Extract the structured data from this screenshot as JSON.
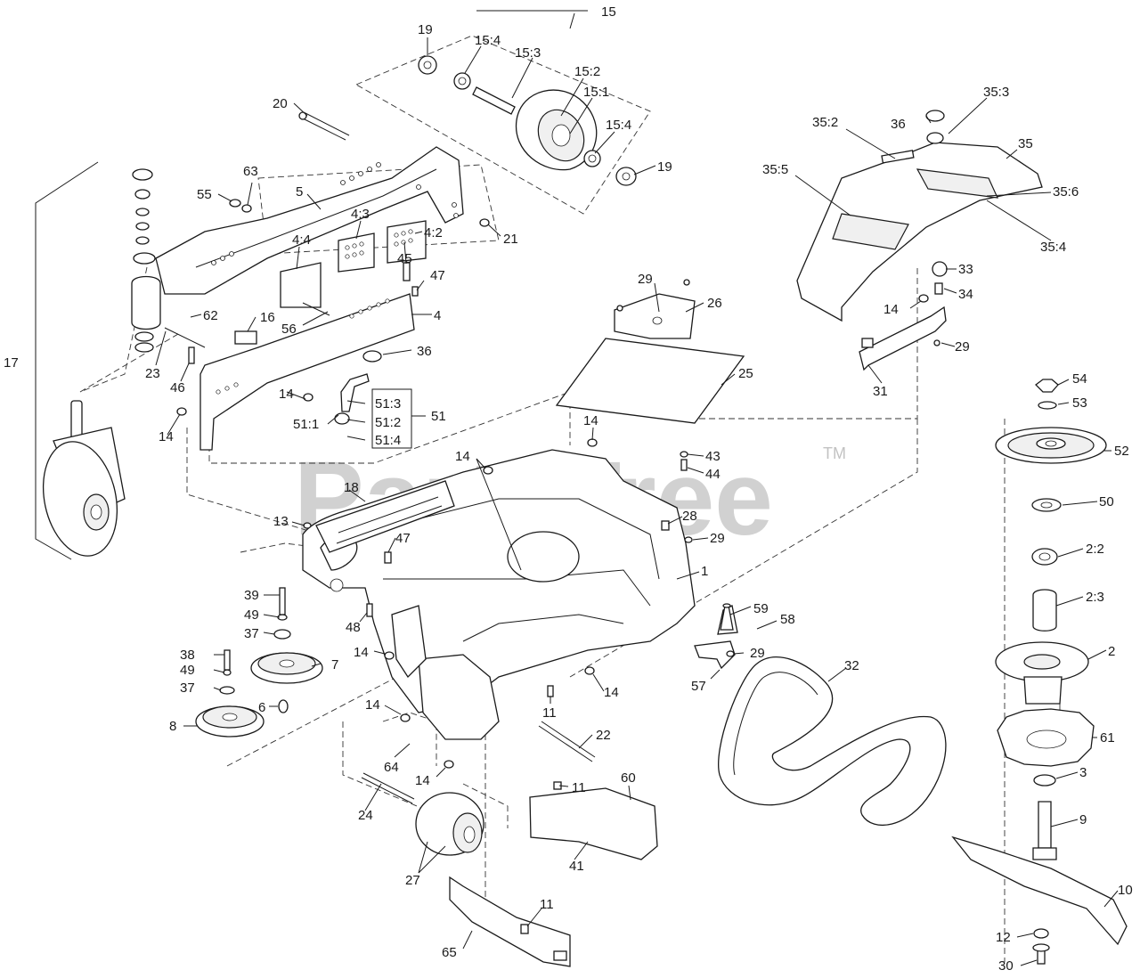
{
  "watermark": {
    "text": "PartsTree",
    "tm": "TM"
  },
  "callouts": [
    "1",
    "2",
    "2:2",
    "2:3",
    "3",
    "4",
    "4:2",
    "4:3",
    "4:4",
    "5",
    "6",
    "7",
    "8",
    "9",
    "10",
    "11",
    "12",
    "13",
    "14",
    "15",
    "15:1",
    "15:2",
    "15:3",
    "15:4",
    "16",
    "17",
    "18",
    "19",
    "20",
    "21",
    "22",
    "23",
    "24",
    "25",
    "26",
    "27",
    "28",
    "29",
    "30",
    "31",
    "32",
    "33",
    "34",
    "35",
    "35:2",
    "35:3",
    "35:4",
    "35:5",
    "35:6",
    "36",
    "37",
    "38",
    "39",
    "41",
    "43",
    "44",
    "45",
    "46",
    "47",
    "48",
    "49",
    "50",
    "51",
    "51:1",
    "51:2",
    "51:3",
    "51:4",
    "52",
    "53",
    "54",
    "55",
    "56",
    "57",
    "58",
    "59",
    "60",
    "61",
    "62",
    "63",
    "64",
    "65"
  ]
}
